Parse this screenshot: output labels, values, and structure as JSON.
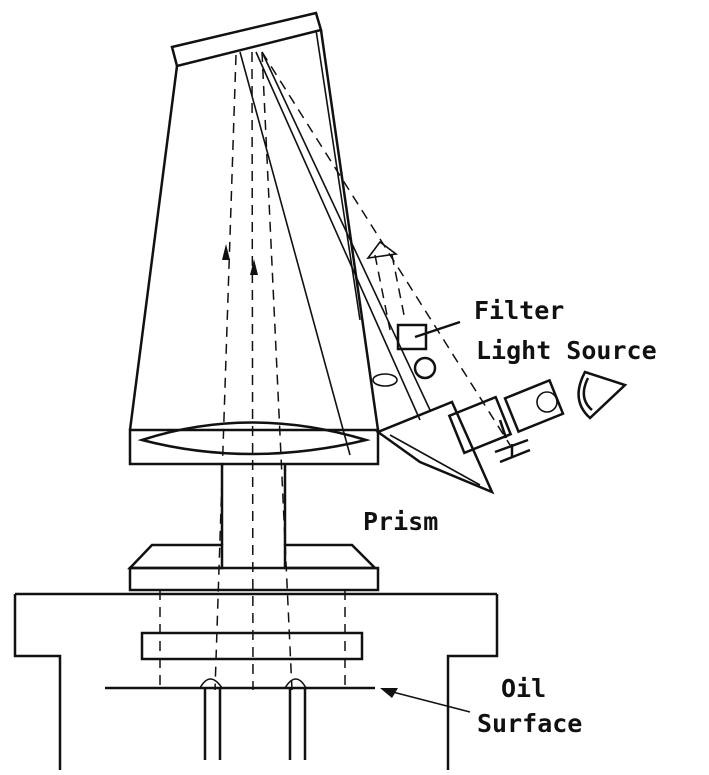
{
  "labels": {
    "filter": "Filter",
    "light_source": "Light Source",
    "prism": "Prism",
    "oil": "Oil",
    "surface": "Surface"
  },
  "colors": {
    "ink": "#111111",
    "background": "#ffffff"
  }
}
